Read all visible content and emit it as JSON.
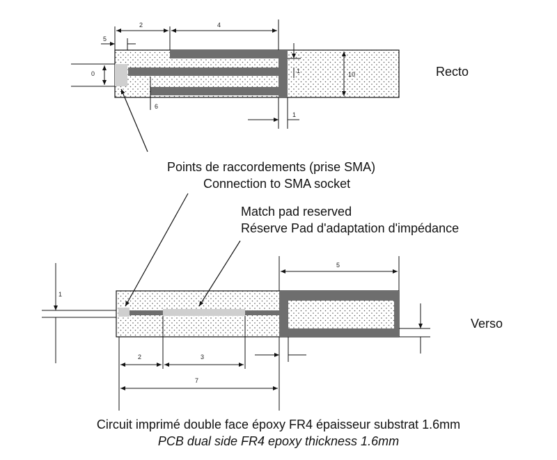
{
  "recto": {
    "label": "Recto",
    "dims": {
      "d2": "2",
      "d4": "4",
      "d5": "5",
      "d0": "0",
      "d6": "6",
      "d10": "10",
      "d1": "1",
      "d_right": "1"
    }
  },
  "verso": {
    "label": "Verso",
    "dims": {
      "d5": "5",
      "d2": "2",
      "d3": "3",
      "d7": "7",
      "d_left": "1"
    }
  },
  "annotations": {
    "connection_fr": "Points de raccordements (prise SMA)",
    "connection_en": "Connection to SMA socket",
    "match_en": "Match pad reserved",
    "match_fr": "Réserve Pad d'adaptation d'impédance"
  },
  "caption": {
    "fr": "Circuit imprimé double face époxy FR4 épaisseur substrat 1.6mm",
    "en": "PCB dual side FR4 epoxy thickness 1.6mm"
  },
  "colors": {
    "copper": "#6e6e6e",
    "pad": "#cfcfcf",
    "substrate": "#ffffff",
    "line": "#111111"
  }
}
